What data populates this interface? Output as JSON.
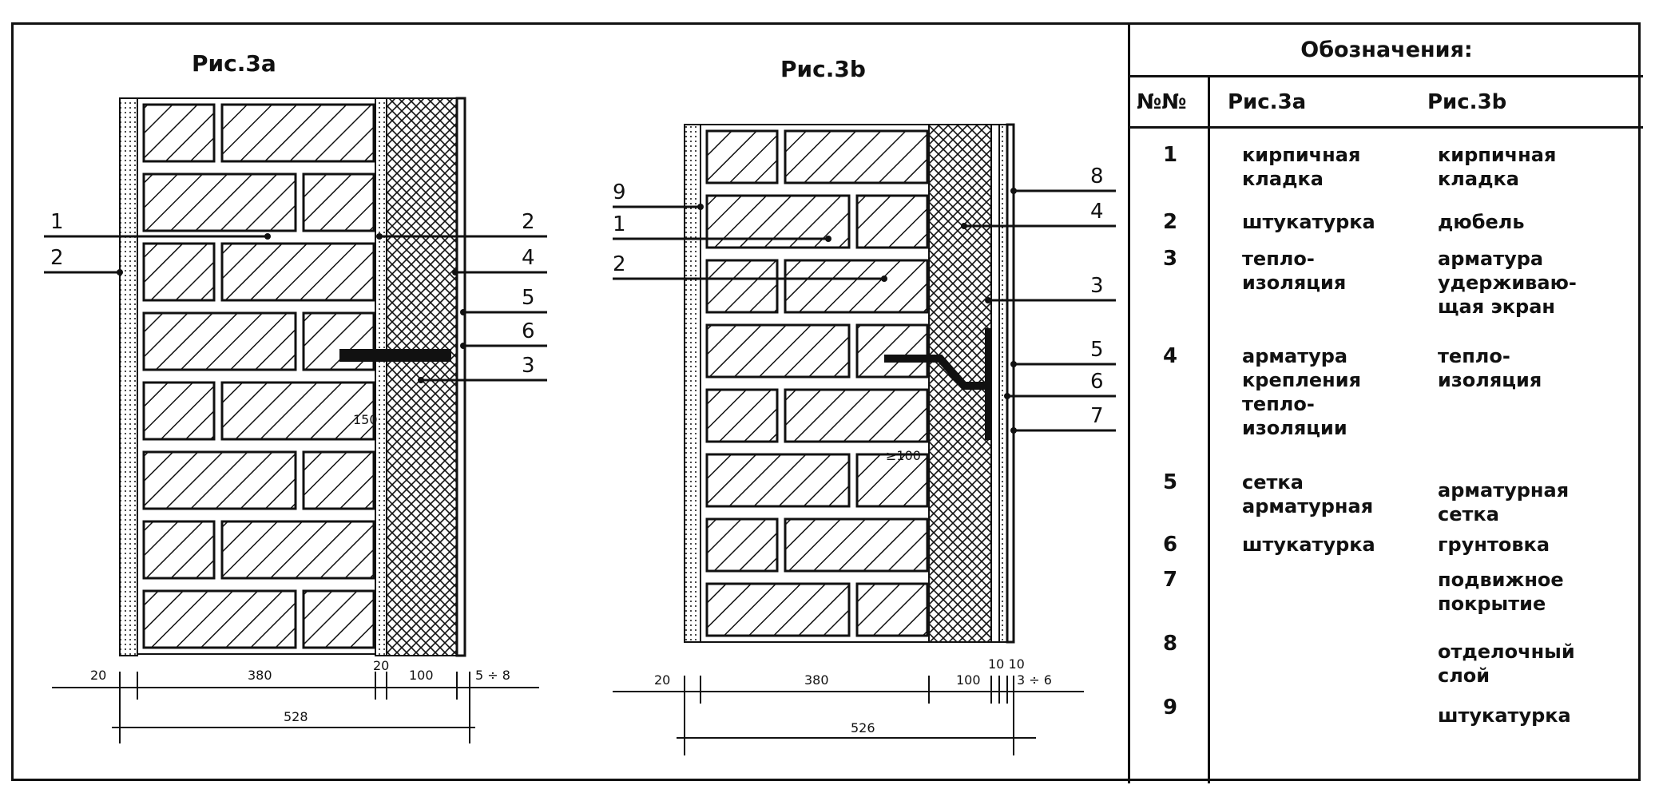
{
  "fig_a": {
    "title": "Рис.3а",
    "callouts": [
      "1",
      "2",
      "2",
      "4",
      "5",
      "6",
      "3"
    ],
    "dims": [
      "20",
      "380",
      "20",
      "100",
      "5 ÷ 8",
      "528",
      "150"
    ]
  },
  "fig_b": {
    "title": "Рис.3b",
    "callouts": [
      "9",
      "1",
      "2",
      "8",
      "4",
      "3",
      "5",
      "6",
      "7"
    ],
    "dims": [
      "20",
      "380",
      "100",
      "10 10",
      "3 ÷ 6",
      "526",
      "≥100"
    ]
  },
  "legend": {
    "title": "Обозначения:",
    "headers": [
      "№№",
      "Рис.3а",
      "Рис.3b"
    ],
    "rows": [
      {
        "num": "1",
        "a": "кирпичная\nкладка",
        "b": "кирпичная\nкладка"
      },
      {
        "num": "2",
        "a": "штукатурка",
        "b": "дюбель"
      },
      {
        "num": "3",
        "a": "тепло-\nизоляция",
        "b": "арматура\nудерживаю-\nщая экран"
      },
      {
        "num": "4",
        "a": "арматура\nкрепления\nтепло-\nизоляции",
        "b": "тепло-\nизоляция"
      },
      {
        "num": "5",
        "a": "сетка\nарматурная",
        "b": "арматурная\nсетка"
      },
      {
        "num": "6",
        "a": "штукатурка",
        "b": "грунтовка"
      },
      {
        "num": "7",
        "a": "",
        "b": "подвижное\nпокрытие"
      },
      {
        "num": "8",
        "a": "",
        "b": "отделочный\nслой"
      },
      {
        "num": "9",
        "a": "",
        "b": "штукатурка"
      }
    ]
  },
  "colors": {
    "ink": "#111111",
    "paper": "#ffffff"
  }
}
